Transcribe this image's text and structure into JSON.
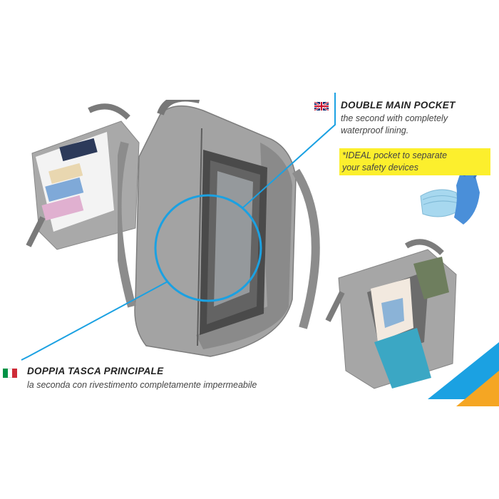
{
  "english": {
    "title": "DOUBLE MAIN POCKET",
    "desc_line1": "the second with completely",
    "desc_line2": "waterproof lining."
  },
  "ideal": {
    "line1": "*IDEAL pocket to separate",
    "line2": "your safety devices"
  },
  "italian": {
    "title": "DOPPIA TASCA PRINCIPALE",
    "desc": "la seconda con rivestimento completamente impermeabile"
  },
  "colors": {
    "accent_blue": "#1ba1e2",
    "accent_orange": "#f5a623",
    "highlight_yellow": "#fcef2d",
    "bag_gray": "#9a9a9a"
  },
  "images": {
    "flag_uk": "uk-flag-icon",
    "flag_it": "italy-flag-icon",
    "mask_gloves": "mask-gloves-image"
  }
}
